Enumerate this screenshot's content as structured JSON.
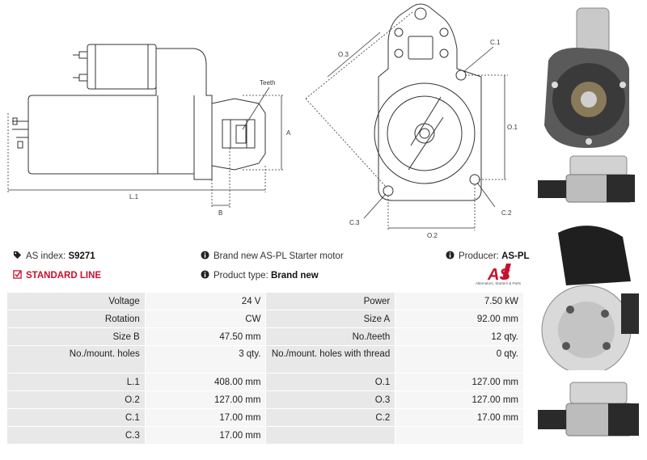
{
  "diagram": {
    "labels": {
      "teeth": "Teeth",
      "a": "A",
      "l1": "L.1",
      "b": "B",
      "o3": "O.3",
      "c1": "C.1",
      "o1": "O.1",
      "c3": "C.3",
      "c2": "C.2",
      "o2": "O.2"
    }
  },
  "info": {
    "as_index_label": "AS index:",
    "as_index_value": "S9271",
    "description": "Brand new AS-PL Starter motor",
    "producer_label": "Producer:",
    "producer_value": "AS-PL",
    "standard_line": "STANDARD LINE",
    "product_type_label": "Product type:",
    "product_type_value": "Brand new"
  },
  "logo": {
    "text": "AS",
    "caption": "Alternators, Starters & Parts"
  },
  "colors": {
    "accent_red": "#c8102e",
    "label_cell": "#e8e8e8",
    "value_cell": "#f6f6f6"
  },
  "specs": [
    {
      "l1": "Voltage",
      "v1": "24 V",
      "l2": "Power",
      "v2": "7.50 kW"
    },
    {
      "l1": "Rotation",
      "v1": "CW",
      "l2": "Size A",
      "v2": "92.00 mm"
    },
    {
      "l1": "Size B",
      "v1": "47.50 mm",
      "l2": "No./teeth",
      "v2": "12 qty."
    },
    {
      "l1": "No./mount. holes",
      "v1": "3 qty.",
      "l2": "No./mount. holes with thread",
      "v2": "0 qty."
    },
    {
      "l1": "L.1",
      "v1": "408.00 mm",
      "l2": "O.1",
      "v2": "127.00 mm"
    },
    {
      "l1": "O.2",
      "v1": "127.00 mm",
      "l2": "O.3",
      "v2": "127.00 mm"
    },
    {
      "l1": "C.1",
      "v1": "17.00 mm",
      "l2": "C.2",
      "v2": "17.00 mm"
    },
    {
      "l1": "C.3",
      "v1": "17.00 mm",
      "l2": "",
      "v2": ""
    }
  ]
}
